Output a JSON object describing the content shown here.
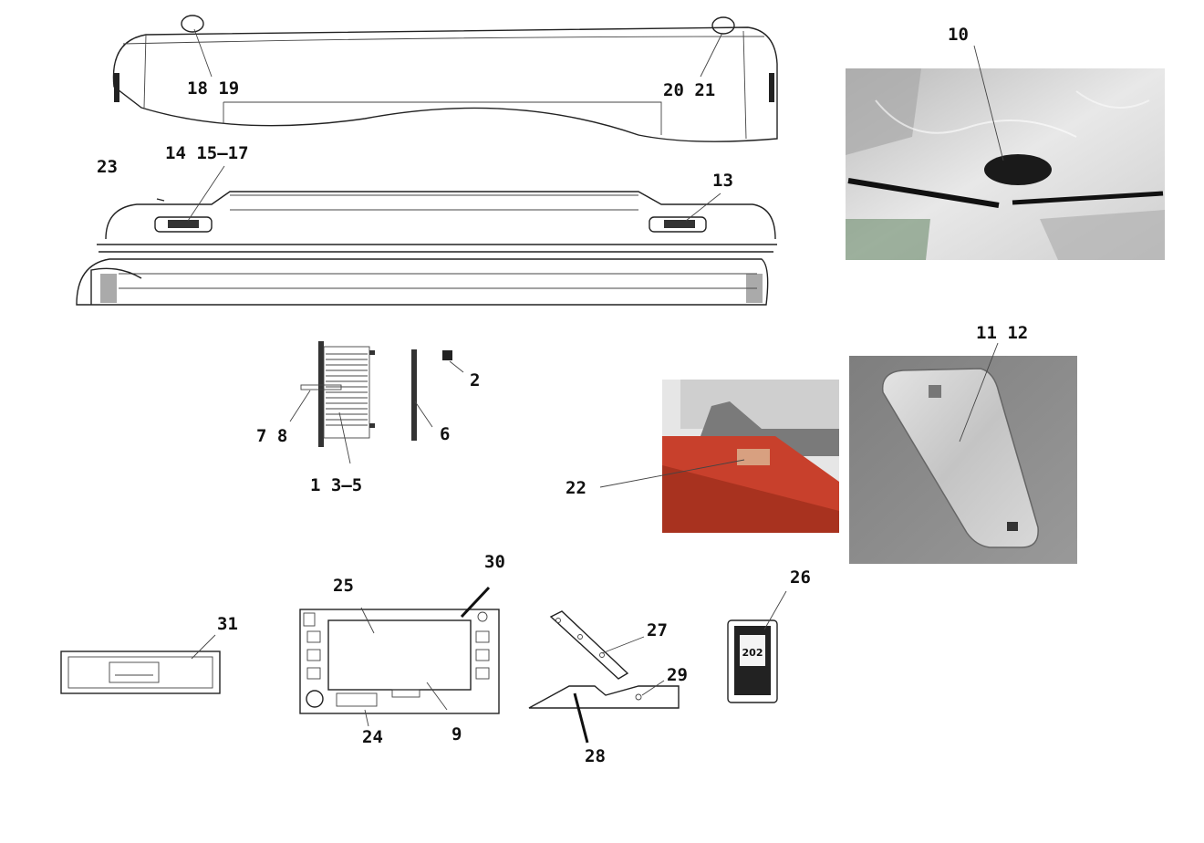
{
  "labels": {
    "l1819": "18 19",
    "l2021": "20 21",
    "l23": "23",
    "l14_17": "14 15—17",
    "l13": "13",
    "l10": "10",
    "l2": "2",
    "l78": "7 8",
    "l6": "6",
    "l135": "1 3—5",
    "l1112": "11 12",
    "l22": "22",
    "l30": "30",
    "l25": "25",
    "l31": "31",
    "l27": "27",
    "l26": "26",
    "l29": "29",
    "l24": "24",
    "l9": "9",
    "l28": "28"
  },
  "device_text": {
    "display_number": "202"
  },
  "colors": {
    "line": "#222222",
    "photo_ceiling": "#d9d9d9",
    "photo_fabric": "#8c8c8c",
    "photo_red": "#c8402c"
  }
}
